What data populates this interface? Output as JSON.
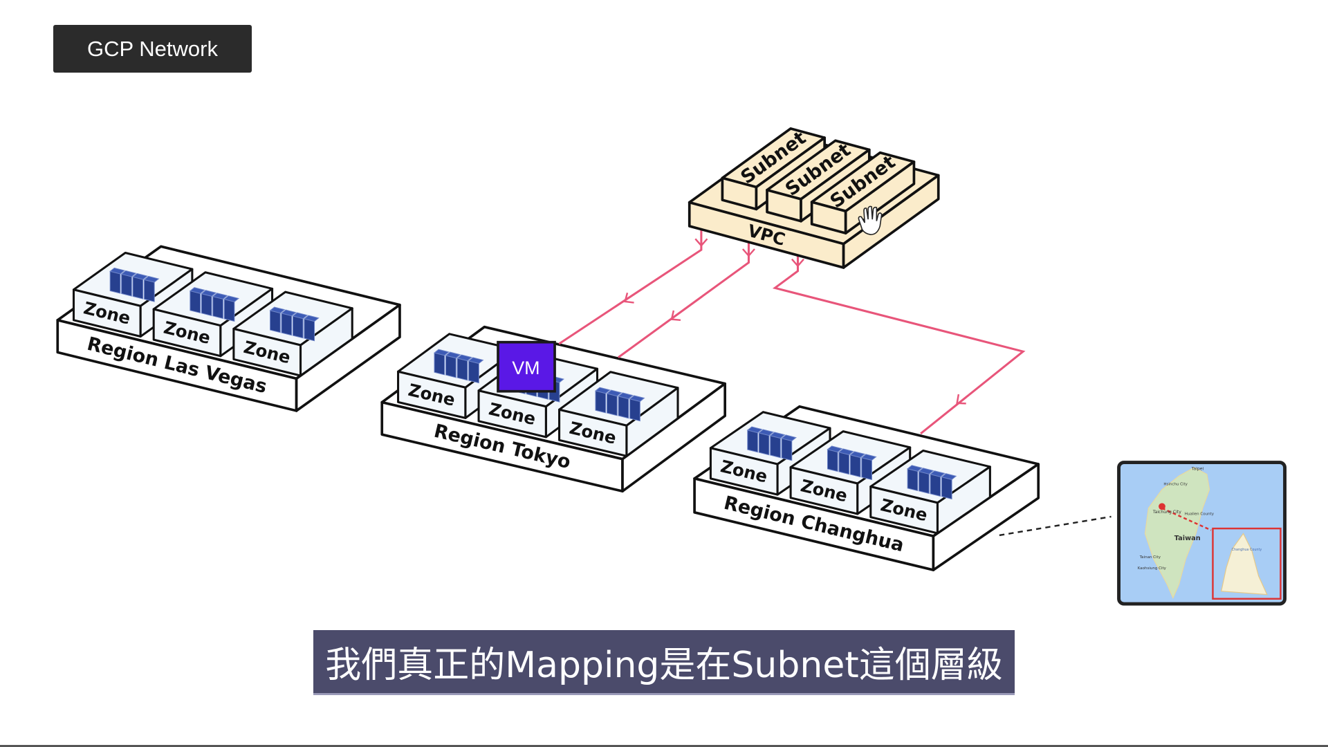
{
  "header": {
    "title": "GCP Network"
  },
  "subtitle": "我們真正的Mapping是在Subnet這個層級",
  "colors": {
    "link": "#e8557a",
    "vpc": "#fbeccb",
    "zone": "#f2f7fb",
    "server": "#27408f",
    "vm": "#5a18e6",
    "caption_bg": "#4b4b6b"
  },
  "vpc": {
    "label": "VPC",
    "subnets": [
      "Subnet",
      "Subnet",
      "Subnet"
    ]
  },
  "vm": {
    "label": "VM"
  },
  "regions": [
    {
      "label": "Region Las Vegas",
      "zones": [
        "Zone",
        "Zone",
        "Zone"
      ]
    },
    {
      "label": "Region Tokyo",
      "zones": [
        "Zone",
        "Zone",
        "Zone"
      ]
    },
    {
      "label": "Region Changhua",
      "zones": [
        "Zone",
        "Zone",
        "Zone"
      ]
    }
  ],
  "map": {
    "labels": [
      "Taipei",
      "Hsinchu City",
      "Taichung City",
      "Hualien County",
      "Taiwan",
      "Tainan City",
      "Kaohsiung City",
      "Changhua County"
    ]
  },
  "icons": {
    "cursor": "hand-cursor-icon",
    "server": "server-rack-icon",
    "pin": "map-pin-icon"
  }
}
